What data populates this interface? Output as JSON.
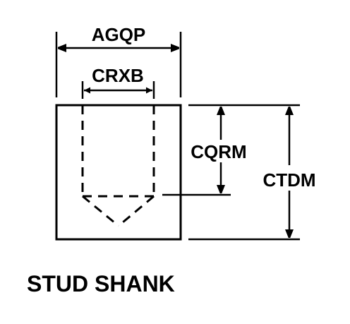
{
  "dimensions": {
    "overall_width": "AGQP",
    "bore_diameter": "CRXB",
    "bore_depth": "CQRM",
    "overall_height": "CTDM"
  },
  "caption": "STUD SHANK",
  "colors": {
    "line": "#000000",
    "background": "#ffffff"
  }
}
